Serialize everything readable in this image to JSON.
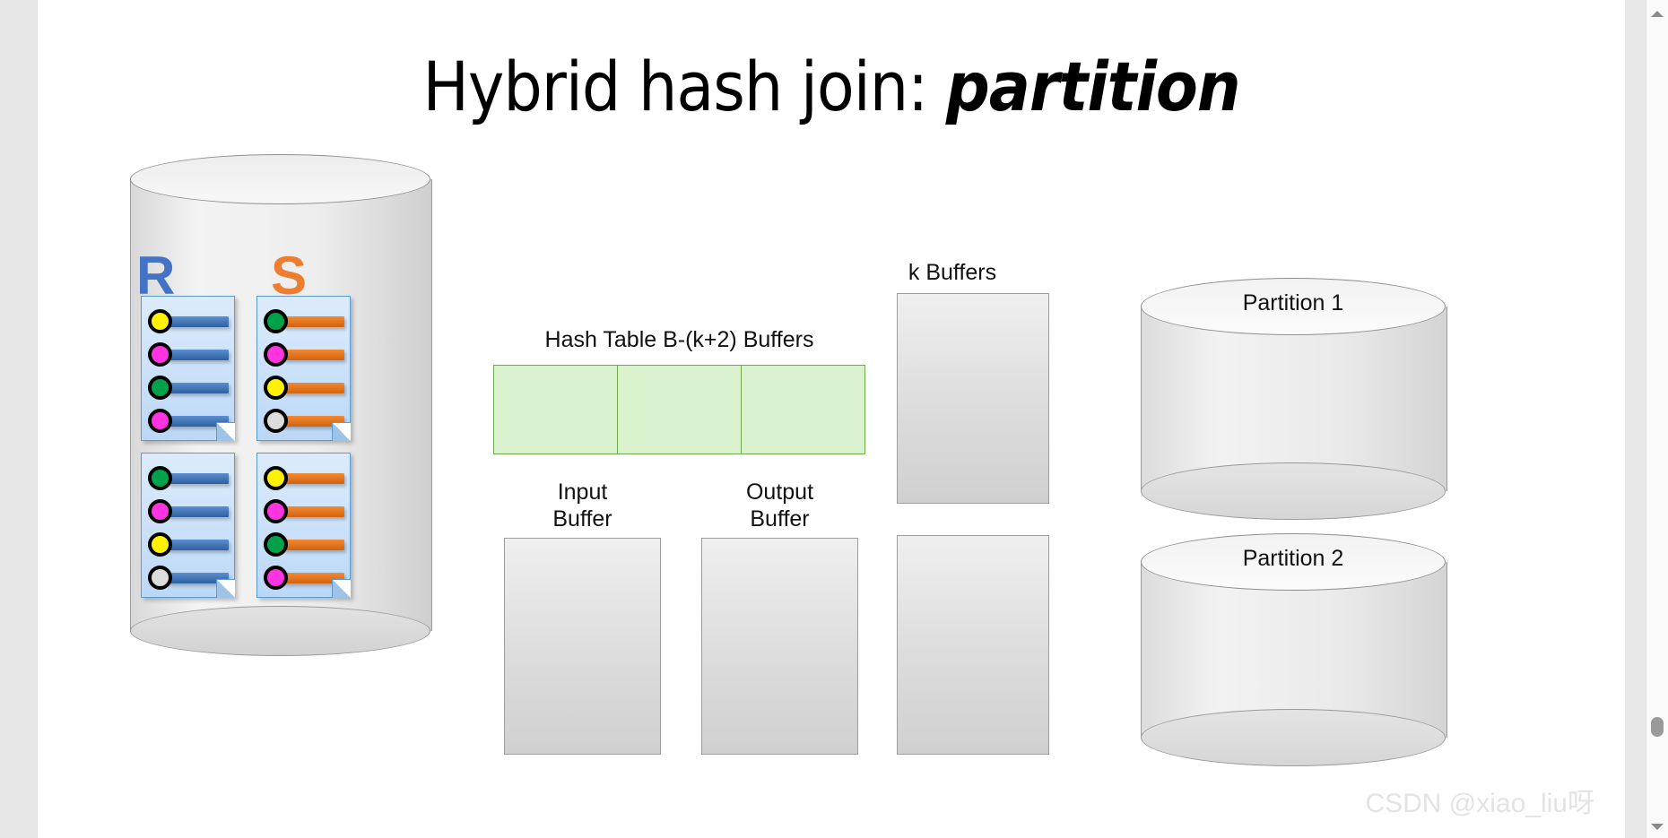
{
  "slide": {
    "title_main": "Hybrid hash join: ",
    "title_emphasis": "partition"
  },
  "source": {
    "column_r_label": "R",
    "column_s_label": "S",
    "r_color": "#4472c4",
    "s_color": "#ed7d31",
    "cards": [
      {
        "name": "r-card-1",
        "bar_style": "r",
        "dots": [
          "yellow",
          "magenta",
          "green",
          "magenta"
        ]
      },
      {
        "name": "r-card-2",
        "bar_style": "r",
        "dots": [
          "green",
          "magenta",
          "yellow",
          "white"
        ]
      },
      {
        "name": "s-card-1",
        "bar_style": "s",
        "dots": [
          "green",
          "magenta",
          "yellow",
          "white"
        ]
      },
      {
        "name": "s-card-2",
        "bar_style": "s",
        "dots": [
          "yellow",
          "magenta",
          "green",
          "magenta"
        ]
      }
    ],
    "dot_colors": {
      "yellow": "#fff200",
      "magenta": "#ff33e0",
      "green": "#00a14b",
      "white": "#dcdcdc"
    }
  },
  "memory": {
    "hash_table_label": "Hash Table B-(k+2) Buffers",
    "hash_table_cells": 3,
    "hash_table_fill": "#d9f2cd",
    "hash_table_border": "#6fa84f",
    "input_buffer_label_line1": "Input",
    "input_buffer_label_line2": "Buffer",
    "output_buffer_label_line1": "Output",
    "output_buffer_label_line2": "Buffer",
    "k_buffers_label": "k Buffers"
  },
  "partitions": [
    {
      "label": "Partition 1"
    },
    {
      "label": "Partition 2"
    }
  ],
  "watermark": {
    "text": "CSDN @xiao_liu呀"
  },
  "scrollbar": {
    "up_arrow": "scroll-up-arrow",
    "down_arrow": "scroll-down-arrow"
  }
}
